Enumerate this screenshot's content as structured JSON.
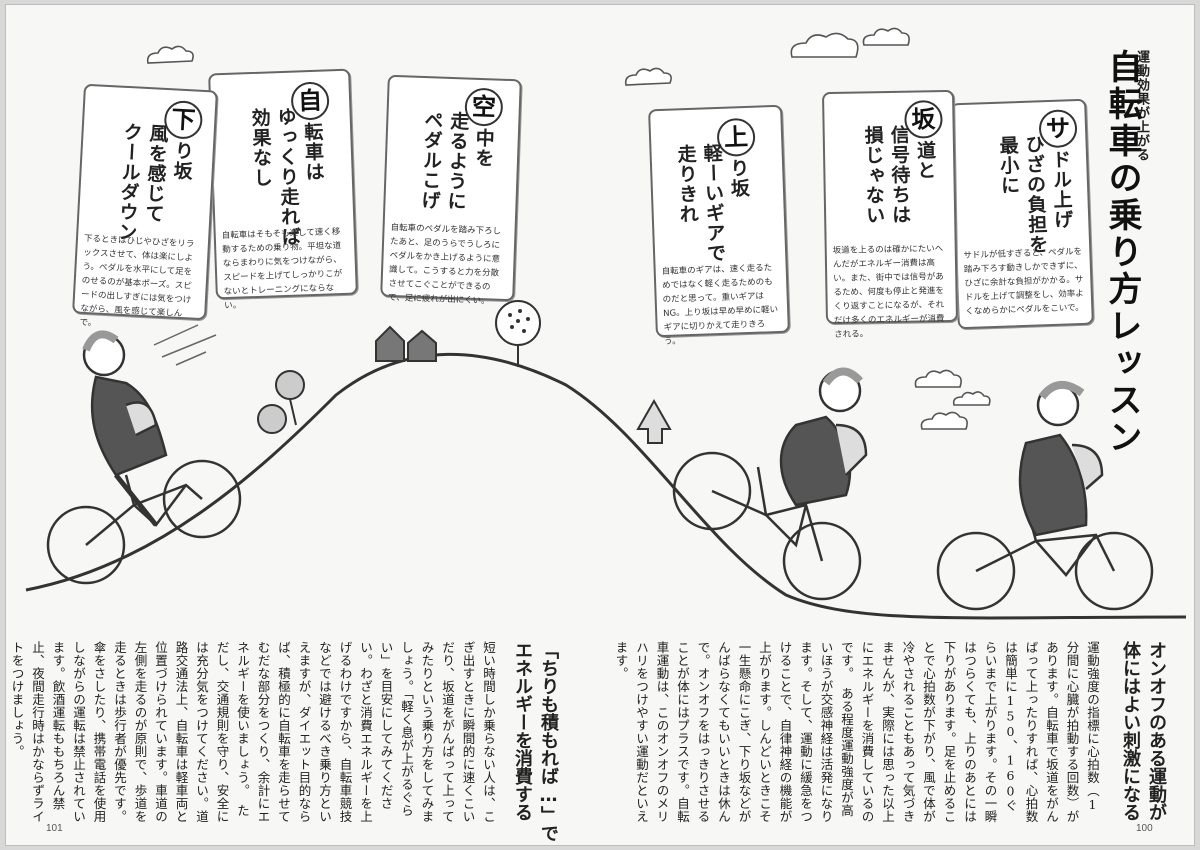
{
  "article": {
    "kicker": "運動効果が上がる",
    "title": "自転車の乗り方レッスン"
  },
  "cards": [
    {
      "kanji": "サ",
      "title_rest": "ドル上げ",
      "title_line2": "ひざの負担を",
      "title_line3": "最小に",
      "desc": "サドルが低すぎると、ペダルを踏み下ろす動きしかできずに、ひざに余計な負担がかかる。サドルを上げて調整をし、効率よくなめらかにペダルをこいで。"
    },
    {
      "kanji": "坂",
      "title_rest": "道と",
      "title_line2": "信号待ちは",
      "title_line3": "損じゃない",
      "desc": "坂道を上るのは確かにたいへんだがエネルギー消費は高い。また、街中では信号があるため、何度も停止と発進をくり返すことになるが、それだけ多くのエネルギーが消費される。"
    },
    {
      "kanji": "上",
      "title_rest": "り坂",
      "title_line2": "軽ーいギアで",
      "title_line3": "走りきれ",
      "desc": "自転車のギアは、速く走るためではなく軽く走るためのものだと思って。重いギアはNG。上り坂は早め早めに軽いギアに切りかえて走りきろう。"
    },
    {
      "kanji": "空",
      "title_rest": "中を",
      "title_line2": "走るように",
      "title_line3": "ペダルこげ",
      "desc": "自転車のペダルを踏み下ろしたあと、足のうらでうしろにペダルをかき上げるように意識して。こうすると力を分散させてこぐことができるので、足に疲れが出にくい。"
    },
    {
      "kanji": "自",
      "title_rest": "転車は",
      "title_line2": "ゆっくり走れば",
      "title_line3": "効果なし",
      "desc": "自転車はそもそも楽して速く移動するための乗り物。平坦な道ならまわりに気をつけながら、スピードを上げてしっかりこがないとトレーニングにならない。"
    },
    {
      "kanji": "下",
      "title_rest": "り坂",
      "title_line2": "風を感じて",
      "title_line3": "クールダウン",
      "desc": "下るときはひじやひざをリラックスさせて、体は楽にしよう。ペダルを水平にして足をのせるのが基本ポーズ。スピードの出しすぎには気をつけながら、風を感じて楽しんで。"
    }
  ],
  "section_right": {
    "heading_line1": "オンオフのある運動が",
    "heading_line2": "体にはよい刺激になる",
    "body": "運動強度の指標に心拍数（1分間に心臓が拍動する回数）があります。自転車で坂道をがんばって上ったりすれば、心拍数は簡単に150、160ぐらいまで上がります。その一瞬はつらくても、上りのあとには下りがあります。足を止めることで心拍数が下がり、風で体が冷やされることもあって気づきませんが、実際には思った以上にエネルギーを消費しているのです。　ある程度運動強度が高いほうが交感神経は活発になります。そして、運動に緩急をつけることで、自律神経の機能が上がります。しんどいときこそ一生懸命にこぎ、下り坂などがんばらなくてもいいときは休んで。オンオフをはっきりさせることが体にはプラスです。自転車運動は、このオンオフのメリハリをつけやすい運動だといえます。"
  },
  "section_left": {
    "heading_line1": "「ちりも積もれば…」で",
    "heading_line2": "エネルギーを消費する",
    "body": "短い時間しか乗らない人は、こぎ出すときに瞬間的に速くこいだり、坂道をがんばって上ってみたりという乗り方をしてみましょう。「軽く息が上がるぐらい」を目安にしてみてください。わざと消費エネルギーを上げるわけですから、自転車競技などでは避けるべき乗り方といえますが、ダイエット目的ならば、積極的に自転車を走らせてむだな部分をつくり、余計にエネルギーを使いましょう。　ただし、交通規則を守り、安全には充分気をつけてください。道路交通法上、自転車は軽車両と位置づけられています。車道の左側を走るのが原則で、歩道を走るときは歩行者が優先です。傘をさしたり、携帯電話を使用しながらの運転は禁止されています。飲酒運転ももちろん禁止、夜間走行時はかならずライトをつけましょう。"
  },
  "page_numbers": {
    "left": "101",
    "right": "100"
  },
  "illustration": {
    "colors": {
      "ink": "#333333",
      "tone": "#9a9a9a",
      "paper": "#f7f7f5"
    }
  }
}
